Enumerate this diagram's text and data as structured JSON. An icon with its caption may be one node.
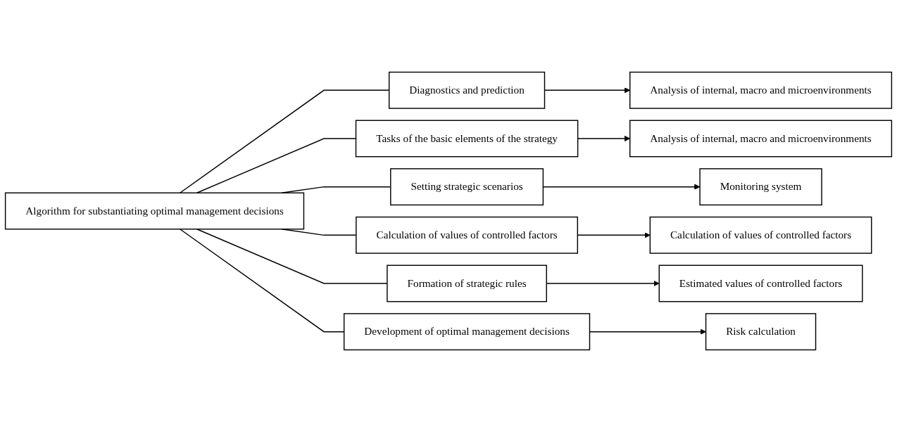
{
  "diagram": {
    "nodes": [
      {
        "text": [
          "Algorithm for substantiating optimal management decisions"
        ]
      },
      {
        "text": [
          "Diagnostics and prediction"
        ]
      },
      {
        "text": [
          "Analysis of internal, macro and microenvironments"
        ]
      },
      {
        "text": [
          "Tasks of the basic elements of the strategy"
        ]
      },
      {
        "text": [
          "Analysis of internal, macro and microenvironments"
        ]
      },
      {
        "text": [
          "Setting strategic scenarios"
        ]
      },
      {
        "text": [
          "Monitoring system"
        ]
      },
      {
        "text": [
          "Calculation of values of controlled factors"
        ]
      },
      {
        "text": [
          "Calculation of values of controlled factors"
        ]
      },
      {
        "text": [
          "Formation of strategic rules"
        ]
      },
      {
        "text": [
          "Estimated values of controlled factors"
        ]
      },
      {
        "text": [
          "Development of optimal management decisions"
        ]
      },
      {
        "text": [
          "Risk calculation"
        ]
      }
    ],
    "edges": [
      {
        "from": 0,
        "to": 1,
        "arrow": "none"
      },
      {
        "from": 0,
        "to": 3,
        "arrow": "none"
      },
      {
        "from": 0,
        "to": 5,
        "arrow": "none"
      },
      {
        "from": 0,
        "to": 7,
        "arrow": "none"
      },
      {
        "from": 0,
        "to": 9,
        "arrow": "none"
      },
      {
        "from": 0,
        "to": 11,
        "arrow": "none"
      },
      {
        "from": 1,
        "to": 2,
        "arrow": "to"
      },
      {
        "from": 3,
        "to": 4,
        "arrow": "to"
      },
      {
        "from": 5,
        "to": 6,
        "arrow": "to"
      },
      {
        "from": 7,
        "to": 8,
        "arrow": "to"
      },
      {
        "from": 9,
        "to": 10,
        "arrow": "to"
      },
      {
        "from": 11,
        "to": 12,
        "arrow": "to"
      }
    ]
  }
}
